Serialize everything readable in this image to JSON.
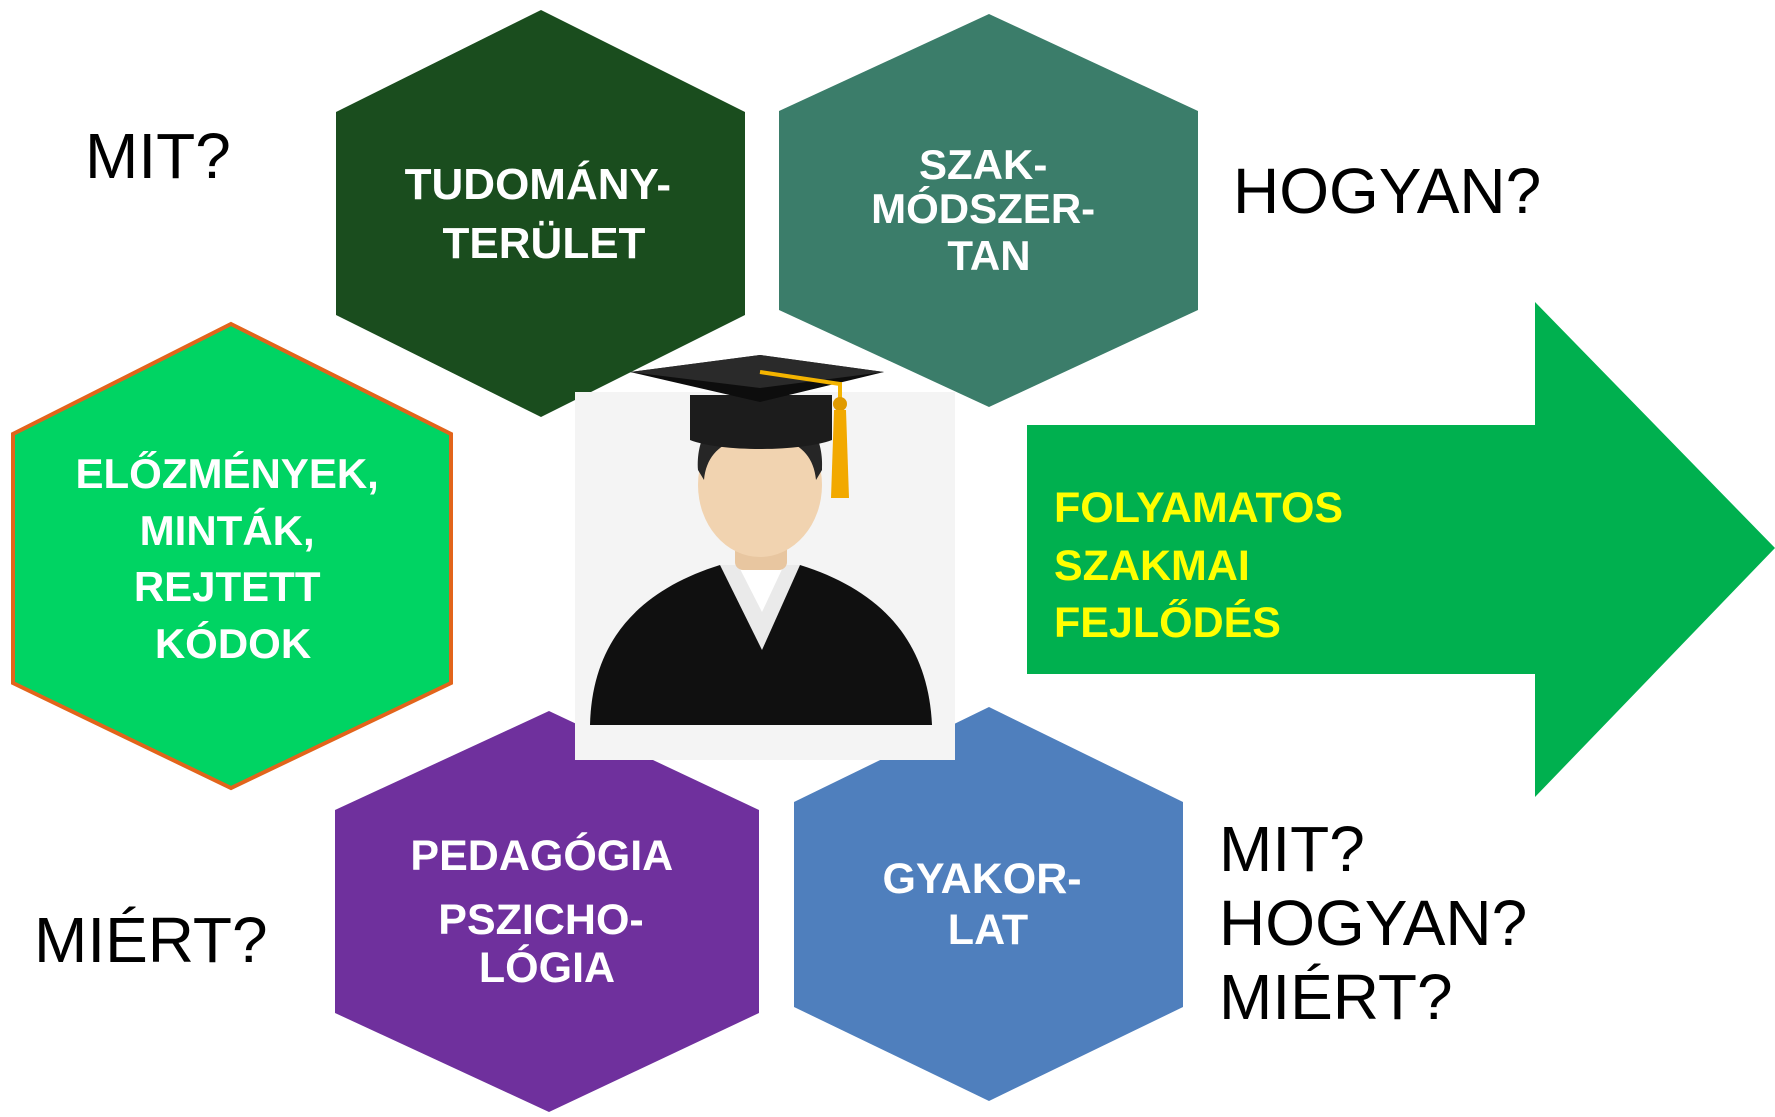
{
  "questions": {
    "top_left": "MIT?",
    "top_right": "HOGYAN?",
    "bottom_left": "MIÉRT?",
    "bottom_right": [
      "MIT?",
      "HOGYAN?",
      "MIÉRT?"
    ]
  },
  "hexagons": {
    "tudomany": {
      "lines": [
        "TUDOMÁNY-",
        "TERÜLET"
      ],
      "color": "#1a4d1e"
    },
    "szakmodszertan": {
      "lines": [
        "SZAK-",
        "MÓDSZER-",
        "TAN"
      ],
      "color": "#3b7d6a"
    },
    "elozmenyek": {
      "lines": [
        "ELŐZMÉNYEK,",
        "MINTÁK,",
        "REJTETT",
        "KÓDOK"
      ],
      "color": "#00d463",
      "border": "#e2641b"
    },
    "pedagogia": {
      "lines": [
        "PEDAGÓGIA",
        "PSZICHO-",
        "LÓGIA"
      ],
      "color": "#6f309d"
    },
    "gyakorlat": {
      "lines": [
        "GYAKOR-",
        "LAT"
      ],
      "color": "#4f7fbd"
    }
  },
  "arrow": {
    "lines": [
      "FOLYAMATOS",
      "SZAKMAI",
      "FEJLŐDÉS"
    ],
    "color": "#00b04f",
    "text_color": "#ffff00"
  },
  "graduate_icon": "graduate-person-icon"
}
